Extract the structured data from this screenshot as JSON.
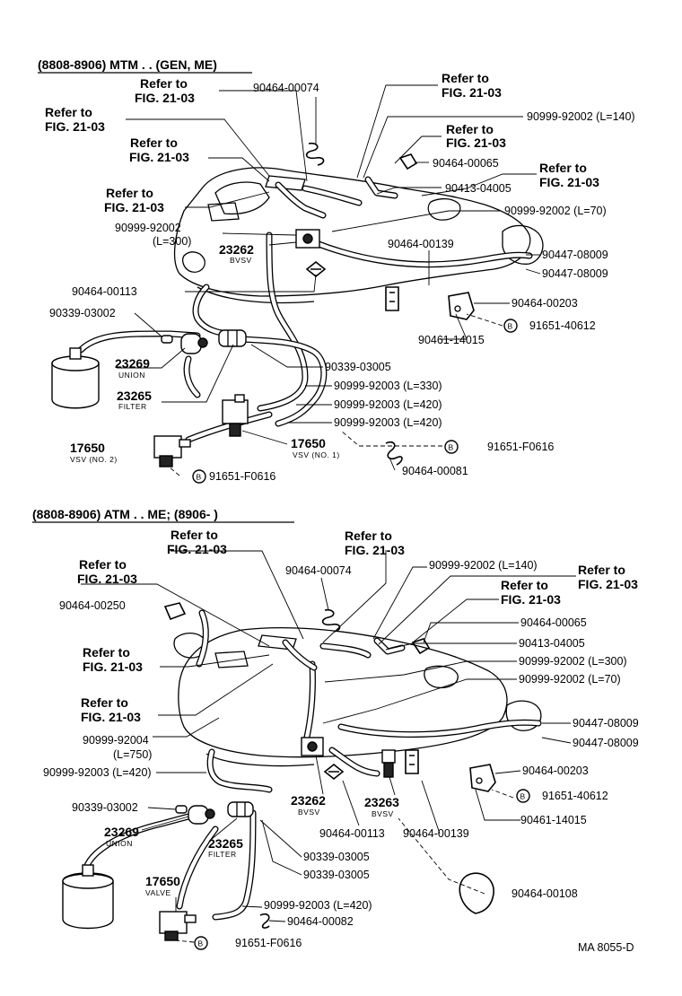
{
  "top": {
    "title": "(8808-8906) MTM . . (GEN, ME)",
    "labels": [
      {
        "id": "t_ref1",
        "text": "Refer to",
        "text2": "FIG. 21-03"
      },
      {
        "id": "t_ref2",
        "text": "Refer to",
        "text2": "FIG. 21-03"
      },
      {
        "id": "t_ref3",
        "text": "Refer to",
        "text2": "FIG. 21-03"
      },
      {
        "id": "t_ref4",
        "text": "Refer to",
        "text2": "FIG. 21-03"
      },
      {
        "id": "t_ref5",
        "text": "Refer to",
        "text2": "FIG. 21-03"
      },
      {
        "id": "t_ref6",
        "text": "Refer to",
        "text2": "FIG. 21-03"
      },
      {
        "id": "t_ref7",
        "text": "Refer to",
        "text2": "FIG. 21-03"
      },
      {
        "id": "t_90464_00074",
        "text": "90464-00074"
      },
      {
        "id": "t_90999_92002_140",
        "text": "90999-92002 (L=140)"
      },
      {
        "id": "t_90464_00065",
        "text": "90464-00065"
      },
      {
        "id": "t_90413_04005",
        "text": "90413-04005"
      },
      {
        "id": "t_90999_92002_70",
        "text": "90999-92002 (L=70)"
      },
      {
        "id": "t_90999_92002_300",
        "text": "90999-92002",
        "text2": "(L=300)"
      },
      {
        "id": "t_23262",
        "text": "23262",
        "sub": "BVSV"
      },
      {
        "id": "t_90464_00139",
        "text": "90464-00139"
      },
      {
        "id": "t_90447_08009a",
        "text": "90447-08009"
      },
      {
        "id": "t_90447_08009b",
        "text": "90447-08009"
      },
      {
        "id": "t_90464_00113",
        "text": "90464-00113"
      },
      {
        "id": "t_90464_00203",
        "text": "90464-00203"
      },
      {
        "id": "t_90339_03002",
        "text": "90339-03002"
      },
      {
        "id": "t_91651_40612",
        "text": "91651-40612"
      },
      {
        "id": "t_90461_14015",
        "text": "90461-14015"
      },
      {
        "id": "t_23269",
        "text": "23269",
        "sub": "UNION"
      },
      {
        "id": "t_90339_03005",
        "text": "90339-03005"
      },
      {
        "id": "t_90999_92003_330",
        "text": "90999-92003 (L=330)"
      },
      {
        "id": "t_23265",
        "text": "23265",
        "sub": "FILTER"
      },
      {
        "id": "t_90999_92003_420a",
        "text": "90999-92003 (L=420)"
      },
      {
        "id": "t_90999_92003_420b",
        "text": "90999-92003 (L=420)"
      },
      {
        "id": "t_91651_F0616a",
        "text": "91651-F0616"
      },
      {
        "id": "t_17650a",
        "text": "17650",
        "sub": "VSV (NO. 2)"
      },
      {
        "id": "t_17650b",
        "text": "17650",
        "sub": "VSV (NO. 1)"
      },
      {
        "id": "t_90464_00081",
        "text": "90464-00081"
      },
      {
        "id": "t_91651_F0616b",
        "text": "91651-F0616"
      }
    ]
  },
  "bottom": {
    "title": "(8808-8906) ATM . . ME; (8906-          )",
    "labels": [
      {
        "id": "b_ref1",
        "text": "Refer to",
        "text2": "FIG. 21-03"
      },
      {
        "id": "b_ref2",
        "text": "Refer to",
        "text2": "FIG. 21-03"
      },
      {
        "id": "b_ref3",
        "text": "Refer to",
        "text2": "FIG. 21-03"
      },
      {
        "id": "b_ref4",
        "text": "Refer to",
        "text2": "FIG. 21-03"
      },
      {
        "id": "b_ref5",
        "text": "Refer to",
        "text2": "FIG. 21-03"
      },
      {
        "id": "b_ref6",
        "text": "Refer to",
        "text2": "FIG. 21-03"
      },
      {
        "id": "b_ref7",
        "text": "Refer to",
        "text2": "FIG. 21-03"
      },
      {
        "id": "b_90464_00074",
        "text": "90464-00074"
      },
      {
        "id": "b_90999_92002_140",
        "text": "90999-92002 (L=140)"
      },
      {
        "id": "b_90464_00250",
        "text": "90464-00250"
      },
      {
        "id": "b_90464_00065",
        "text": "90464-00065"
      },
      {
        "id": "b_90413_04005",
        "text": "90413-04005"
      },
      {
        "id": "b_90999_92002_300",
        "text": "90999-92002 (L=300)"
      },
      {
        "id": "b_90999_92002_70",
        "text": "90999-92002 (L=70)"
      },
      {
        "id": "b_90447_08009a",
        "text": "90447-08009"
      },
      {
        "id": "b_90447_08009b",
        "text": "90447-08009"
      },
      {
        "id": "b_90999_92004",
        "text": "90999-92004",
        "text2": "(L=750)"
      },
      {
        "id": "b_90999_92003_420a",
        "text": "90999-92003 (L=420)"
      },
      {
        "id": "b_90464_00203",
        "text": "90464-00203"
      },
      {
        "id": "b_91651_40612",
        "text": "91651-40612"
      },
      {
        "id": "b_90339_03002",
        "text": "90339-03002"
      },
      {
        "id": "b_23262",
        "text": "23262",
        "sub": "BVSV"
      },
      {
        "id": "b_23263",
        "text": "23263",
        "sub": "BVSV"
      },
      {
        "id": "b_90461_14015",
        "text": "90461-14015"
      },
      {
        "id": "b_23269",
        "text": "23269",
        "sub": "UNION"
      },
      {
        "id": "b_23265",
        "text": "23265",
        "sub": "FILTER"
      },
      {
        "id": "b_90464_00113",
        "text": "90464-00113"
      },
      {
        "id": "b_90464_00139",
        "text": "90464-00139"
      },
      {
        "id": "b_90339_03005a",
        "text": "90339-03005"
      },
      {
        "id": "b_90339_03005b",
        "text": "90339-03005"
      },
      {
        "id": "b_90464_00108",
        "text": "90464-00108"
      },
      {
        "id": "b_17650",
        "text": "17650",
        "sub": "VALVE"
      },
      {
        "id": "b_90999_92003_420b",
        "text": "90999-92003 (L=420)"
      },
      {
        "id": "b_90464_00082",
        "text": "90464-00082"
      },
      {
        "id": "b_91651_F0616",
        "text": "91651-F0616"
      }
    ]
  },
  "footer": {
    "code": "MA  8055-D"
  },
  "bolt_marker": "B"
}
